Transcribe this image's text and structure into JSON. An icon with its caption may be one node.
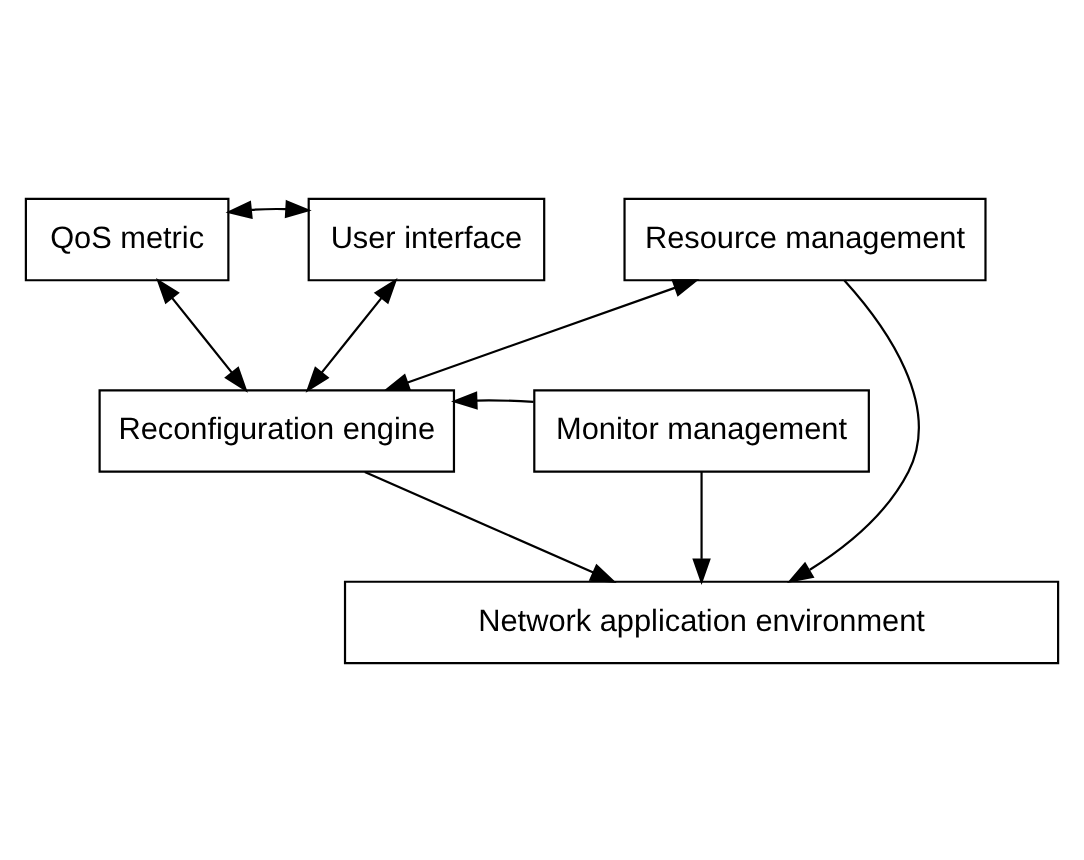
{
  "diagram": {
    "nodes": [
      {
        "text": [
          "QoS metric"
        ]
      },
      {
        "text": [
          "User interface"
        ]
      },
      {
        "text": [
          "Resource management"
        ]
      },
      {
        "text": [
          "Monitor management"
        ]
      },
      {
        "text": [
          "Reconfiguration engine"
        ]
      },
      {
        "text": [
          "Network application environment"
        ]
      }
    ],
    "edges": [
      {
        "from": 0,
        "to": 1,
        "arrow": "both"
      },
      {
        "from": 0,
        "to": 4,
        "arrow": "both"
      },
      {
        "from": 1,
        "to": 4,
        "arrow": "both"
      },
      {
        "from": 2,
        "to": 4,
        "arrow": "both"
      },
      {
        "from": 3,
        "to": 4,
        "arrow": "to"
      },
      {
        "from": 3,
        "to": 5,
        "arrow": "to"
      },
      {
        "from": 4,
        "to": 5,
        "arrow": "to"
      },
      {
        "from": 2,
        "to": 5,
        "arrow": "to"
      }
    ]
  }
}
